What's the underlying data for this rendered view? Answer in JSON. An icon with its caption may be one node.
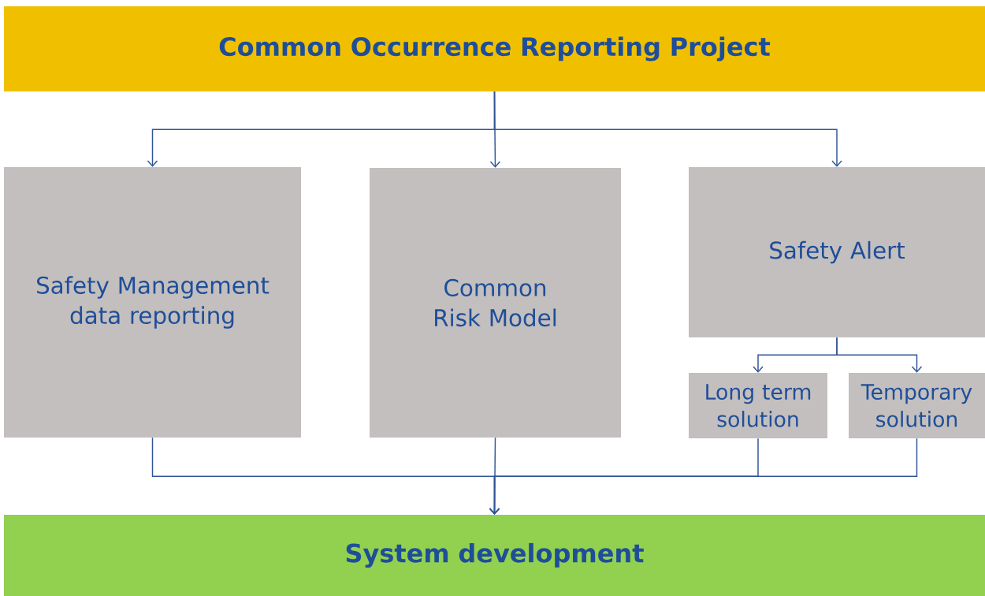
{
  "diagram": {
    "nodes": [
      {
        "text": [
          "Common Occurrence Reporting Project"
        ]
      },
      {
        "text": [
          "Safety Management data reporting"
        ]
      },
      {
        "text": [
          "Common Risk Model"
        ]
      },
      {
        "text": [
          "Safety Alert"
        ]
      },
      {
        "text": [
          "Long term solution"
        ]
      },
      {
        "text": [
          "Temporary solution"
        ]
      },
      {
        "text": [
          "System development"
        ]
      }
    ],
    "edges": [
      {
        "from": 0,
        "to": 1,
        "arrow": "to"
      },
      {
        "from": 0,
        "to": 2,
        "arrow": "to"
      },
      {
        "from": 0,
        "to": 3,
        "arrow": "to"
      },
      {
        "from": 3,
        "to": 4,
        "arrow": "to"
      },
      {
        "from": 3,
        "to": 5,
        "arrow": "to"
      },
      {
        "from": 1,
        "to": 6,
        "arrow": "to"
      },
      {
        "from": 2,
        "to": 6,
        "arrow": "to"
      },
      {
        "from": 4,
        "to": 6,
        "arrow": "to"
      },
      {
        "from": 5,
        "to": 6,
        "arrow": "to"
      }
    ]
  }
}
